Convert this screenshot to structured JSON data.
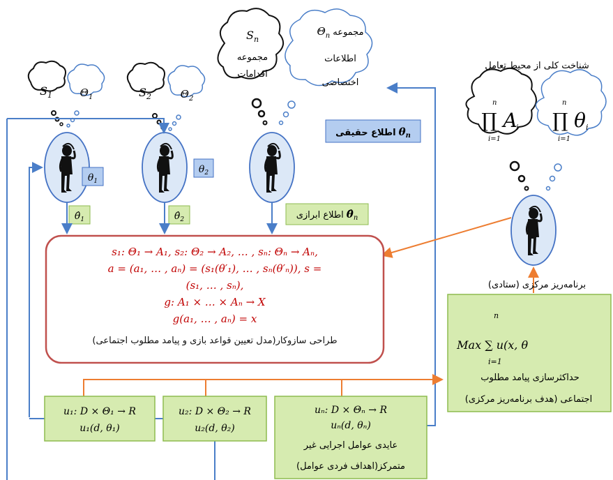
{
  "agents": [
    {
      "strategy_thought": "S",
      "strategy_sub": "1",
      "type_thought": "Θ",
      "type_sub": "1",
      "true_type": "θ",
      "true_type_sub": "1",
      "reported": "θ̂",
      "reported_sub": "1"
    },
    {
      "strategy_thought": "S",
      "strategy_sub": "2",
      "type_thought": "Θ",
      "type_sub": "2",
      "true_type": "θ",
      "true_type_sub": "2",
      "reported": "θ̂",
      "reported_sub": "2"
    }
  ],
  "agent_n": {
    "strategy_set_symbol": "S",
    "strategy_set_sub": "n",
    "strategy_set_line1": "مجموعه",
    "strategy_set_line2": "اقدامات",
    "type_set_symbol": "Θ",
    "type_set_sub": "n",
    "type_set_line0": "مجموعه",
    "type_set_line1": "اطلاعات",
    "type_set_line2": "اختصاصی",
    "true_info_label": "اطلاع حقیقی",
    "true_info_symbol": "θ",
    "true_info_sub": "n",
    "reported_label": "اطلاع ابرازی",
    "reported_symbol": "θ̂",
    "reported_sub": "n"
  },
  "center": {
    "caption": "شناخت کلی از محیط تعامل",
    "left_thought": "∏ A",
    "left_thought_idx": "i",
    "right_thought": "∏ θ",
    "right_thought_idx": "i",
    "prod_top": "n",
    "prod_bottom": "i=1",
    "planner_label": "برنامه‌ریز مرکزی (ستادی)",
    "objective_formula": "Max ∑ u",
    "objective_args": "(x, θ",
    "objective_close": ")",
    "objective_sum_top": "n",
    "objective_sum_bottom": "i=1",
    "objective_text1": "حداکثرسازی پیامد مطلوب",
    "objective_text2": "اجتماعی (هدف برنامه‌ریز مرکزی)"
  },
  "mechanism": {
    "line1": "s₁: Θ₁ → A₁, s₂: Θ₂ → A₂, … , sₙ: Θₙ → Aₙ,",
    "line2": "a = (a₁, … , aₙ) = (s₁(θ′₁), … , sₙ(θ′ₙ)), s =",
    "line3": "(s₁, … , sₙ),",
    "line4": "g: A₁ × … × Aₙ → X",
    "line5": "g(a₁, … , aₙ) = x",
    "caption": "طراحی سازوکار(مدل تعیین قواعد بازی و پیامد مطلوب اجتماعی)"
  },
  "utilities": [
    {
      "line1": "u₁: D × Θ₁ → R",
      "line2": "u₁(d, θ₁)"
    },
    {
      "line1": "u₂: D × Θ₂ → R",
      "line2": "u₂(d, θ₂)"
    },
    {
      "line1": "uₙ: D × Θₙ → R",
      "line2": "uₙ(d, θₙ)",
      "line3": "عایدی عوامل اجرایی غیر",
      "line4": "متمرکز(اهداف فردی عوامل)"
    }
  ],
  "colors": {
    "blue_arrow": "#4a7ec8",
    "orange_arrow": "#ed7d31",
    "mechanism_border": "#c0504d",
    "mechanism_text": "#c00000",
    "green_fill": "#d6ebb0",
    "green_border": "#8dbb4f",
    "blue_box_fill": "#b4cdf0",
    "ellipse_fill": "#dce8f7",
    "ellipse_border": "#4472c4"
  }
}
